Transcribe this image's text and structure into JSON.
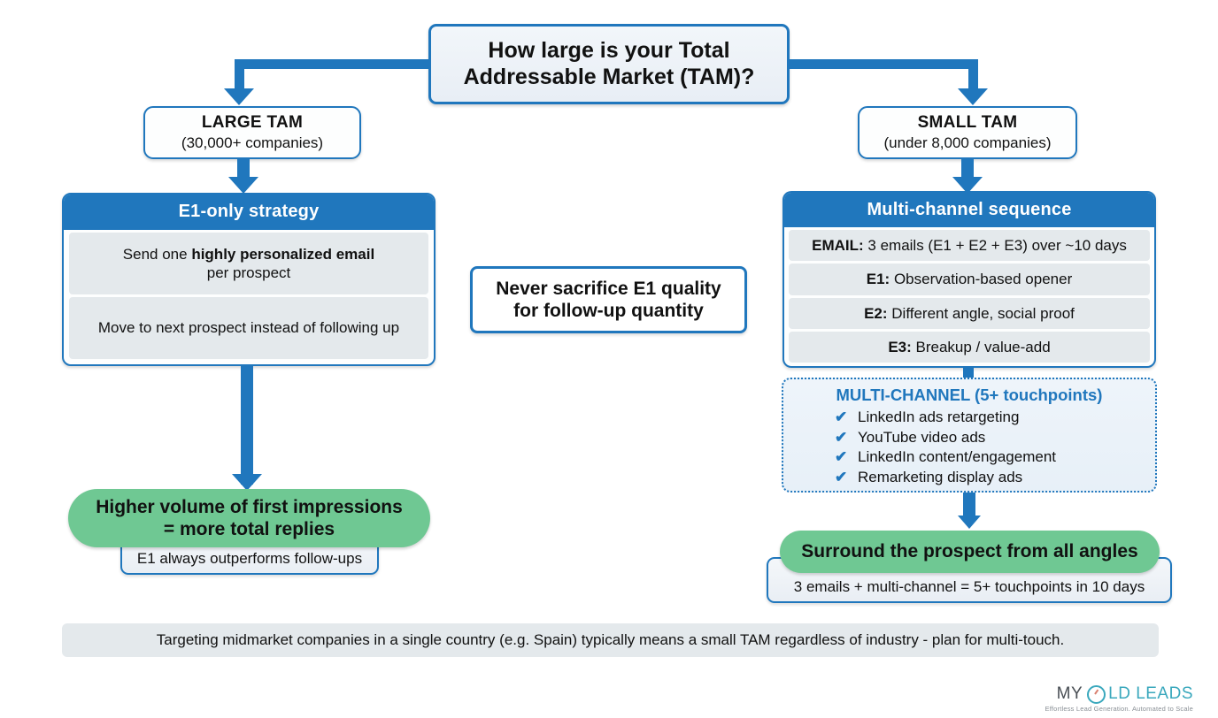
{
  "question": {
    "line1": "How large is your Total",
    "line2": "Addressable Market (TAM)?"
  },
  "branches": {
    "left": {
      "tam_title": "LARGE TAM",
      "tam_sub": "(30,000+ companies)",
      "panel_header": "E1-only strategy",
      "rows": [
        {
          "prefix": "Send one ",
          "bold": "highly personalized email",
          "suffix": " per prospect"
        },
        {
          "prefix": "Move to next prospect instead of following up",
          "bold": "",
          "suffix": ""
        }
      ],
      "outcome": {
        "line1": "Higher volume of first impressions",
        "line2": "= more total replies"
      },
      "sub_note": "E1 always outperforms follow-ups"
    },
    "right": {
      "tam_title": "SMALL TAM",
      "tam_sub": "(under 8,000 companies)",
      "panel_header": "Multi-channel sequence",
      "rows": [
        {
          "bold": "EMAIL:",
          "text": " 3 emails (E1 + E2 + E3) over ~10 days"
        },
        {
          "bold": "E1:",
          "text": " Observation-based opener"
        },
        {
          "bold": "E2:",
          "text": " Different angle, social proof"
        },
        {
          "bold": "E3:",
          "text": " Breakup / value-add"
        }
      ],
      "multichannel": {
        "title": "MULTI-CHANNEL (5+ touchpoints)",
        "items": [
          "LinkedIn ads retargeting",
          "YouTube video ads",
          "LinkedIn content/engagement",
          "Remarketing display ads"
        ],
        "check_glyph": "✔"
      },
      "outcome": {
        "line1": "Surround the prospect from all angles"
      },
      "sub_note": "3 emails + multi-channel = 5+ touchpoints in 10 days"
    }
  },
  "center_note": {
    "line1": "Never sacrifice E1 quality",
    "line2": "for follow-up quantity"
  },
  "footer": {
    "text": "Targeting midmarket companies in a single country (e.g. Spain) typically means a small TAM regardless of industry - plan for multi-touch."
  },
  "logo": {
    "part1": "MY",
    "part2": "LD LEADS",
    "tagline": "Effortless Lead Generation. Automated to Scale"
  },
  "colors": {
    "accent_blue": "#2077bd",
    "green": "#6fc893",
    "row_gray": "#e4e9ec",
    "logo_teal": "#3aa8bd"
  }
}
